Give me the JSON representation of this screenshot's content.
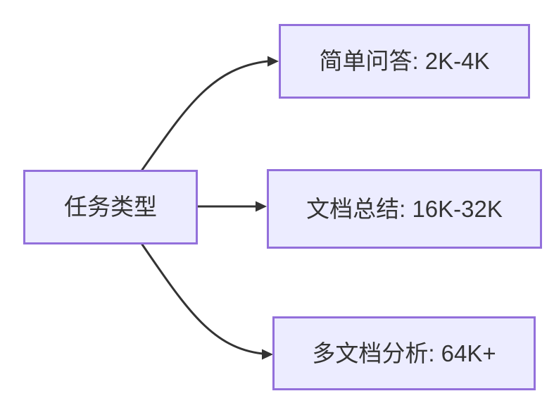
{
  "diagram": {
    "type": "flowchart",
    "direction": "left-to-right",
    "root": {
      "label": "任务类型"
    },
    "branches": [
      {
        "label": "简单问答: 2K-4K"
      },
      {
        "label": "文档总结: 16K-32K"
      },
      {
        "label": "多文档分析: 64K+"
      }
    ],
    "edges": [
      {
        "from": "任务类型",
        "to": "简单问答: 2K-4K",
        "style": "curved-up"
      },
      {
        "from": "任务类型",
        "to": "文档总结: 16K-32K",
        "style": "straight"
      },
      {
        "from": "任务类型",
        "to": "多文档分析: 64K+",
        "style": "curved-down"
      }
    ],
    "colors": {
      "node_fill": "#ECECFF",
      "node_border": "#9370DB",
      "edge_color": "#333333",
      "text_color": "#333333",
      "background": "#FFFFFF"
    }
  }
}
